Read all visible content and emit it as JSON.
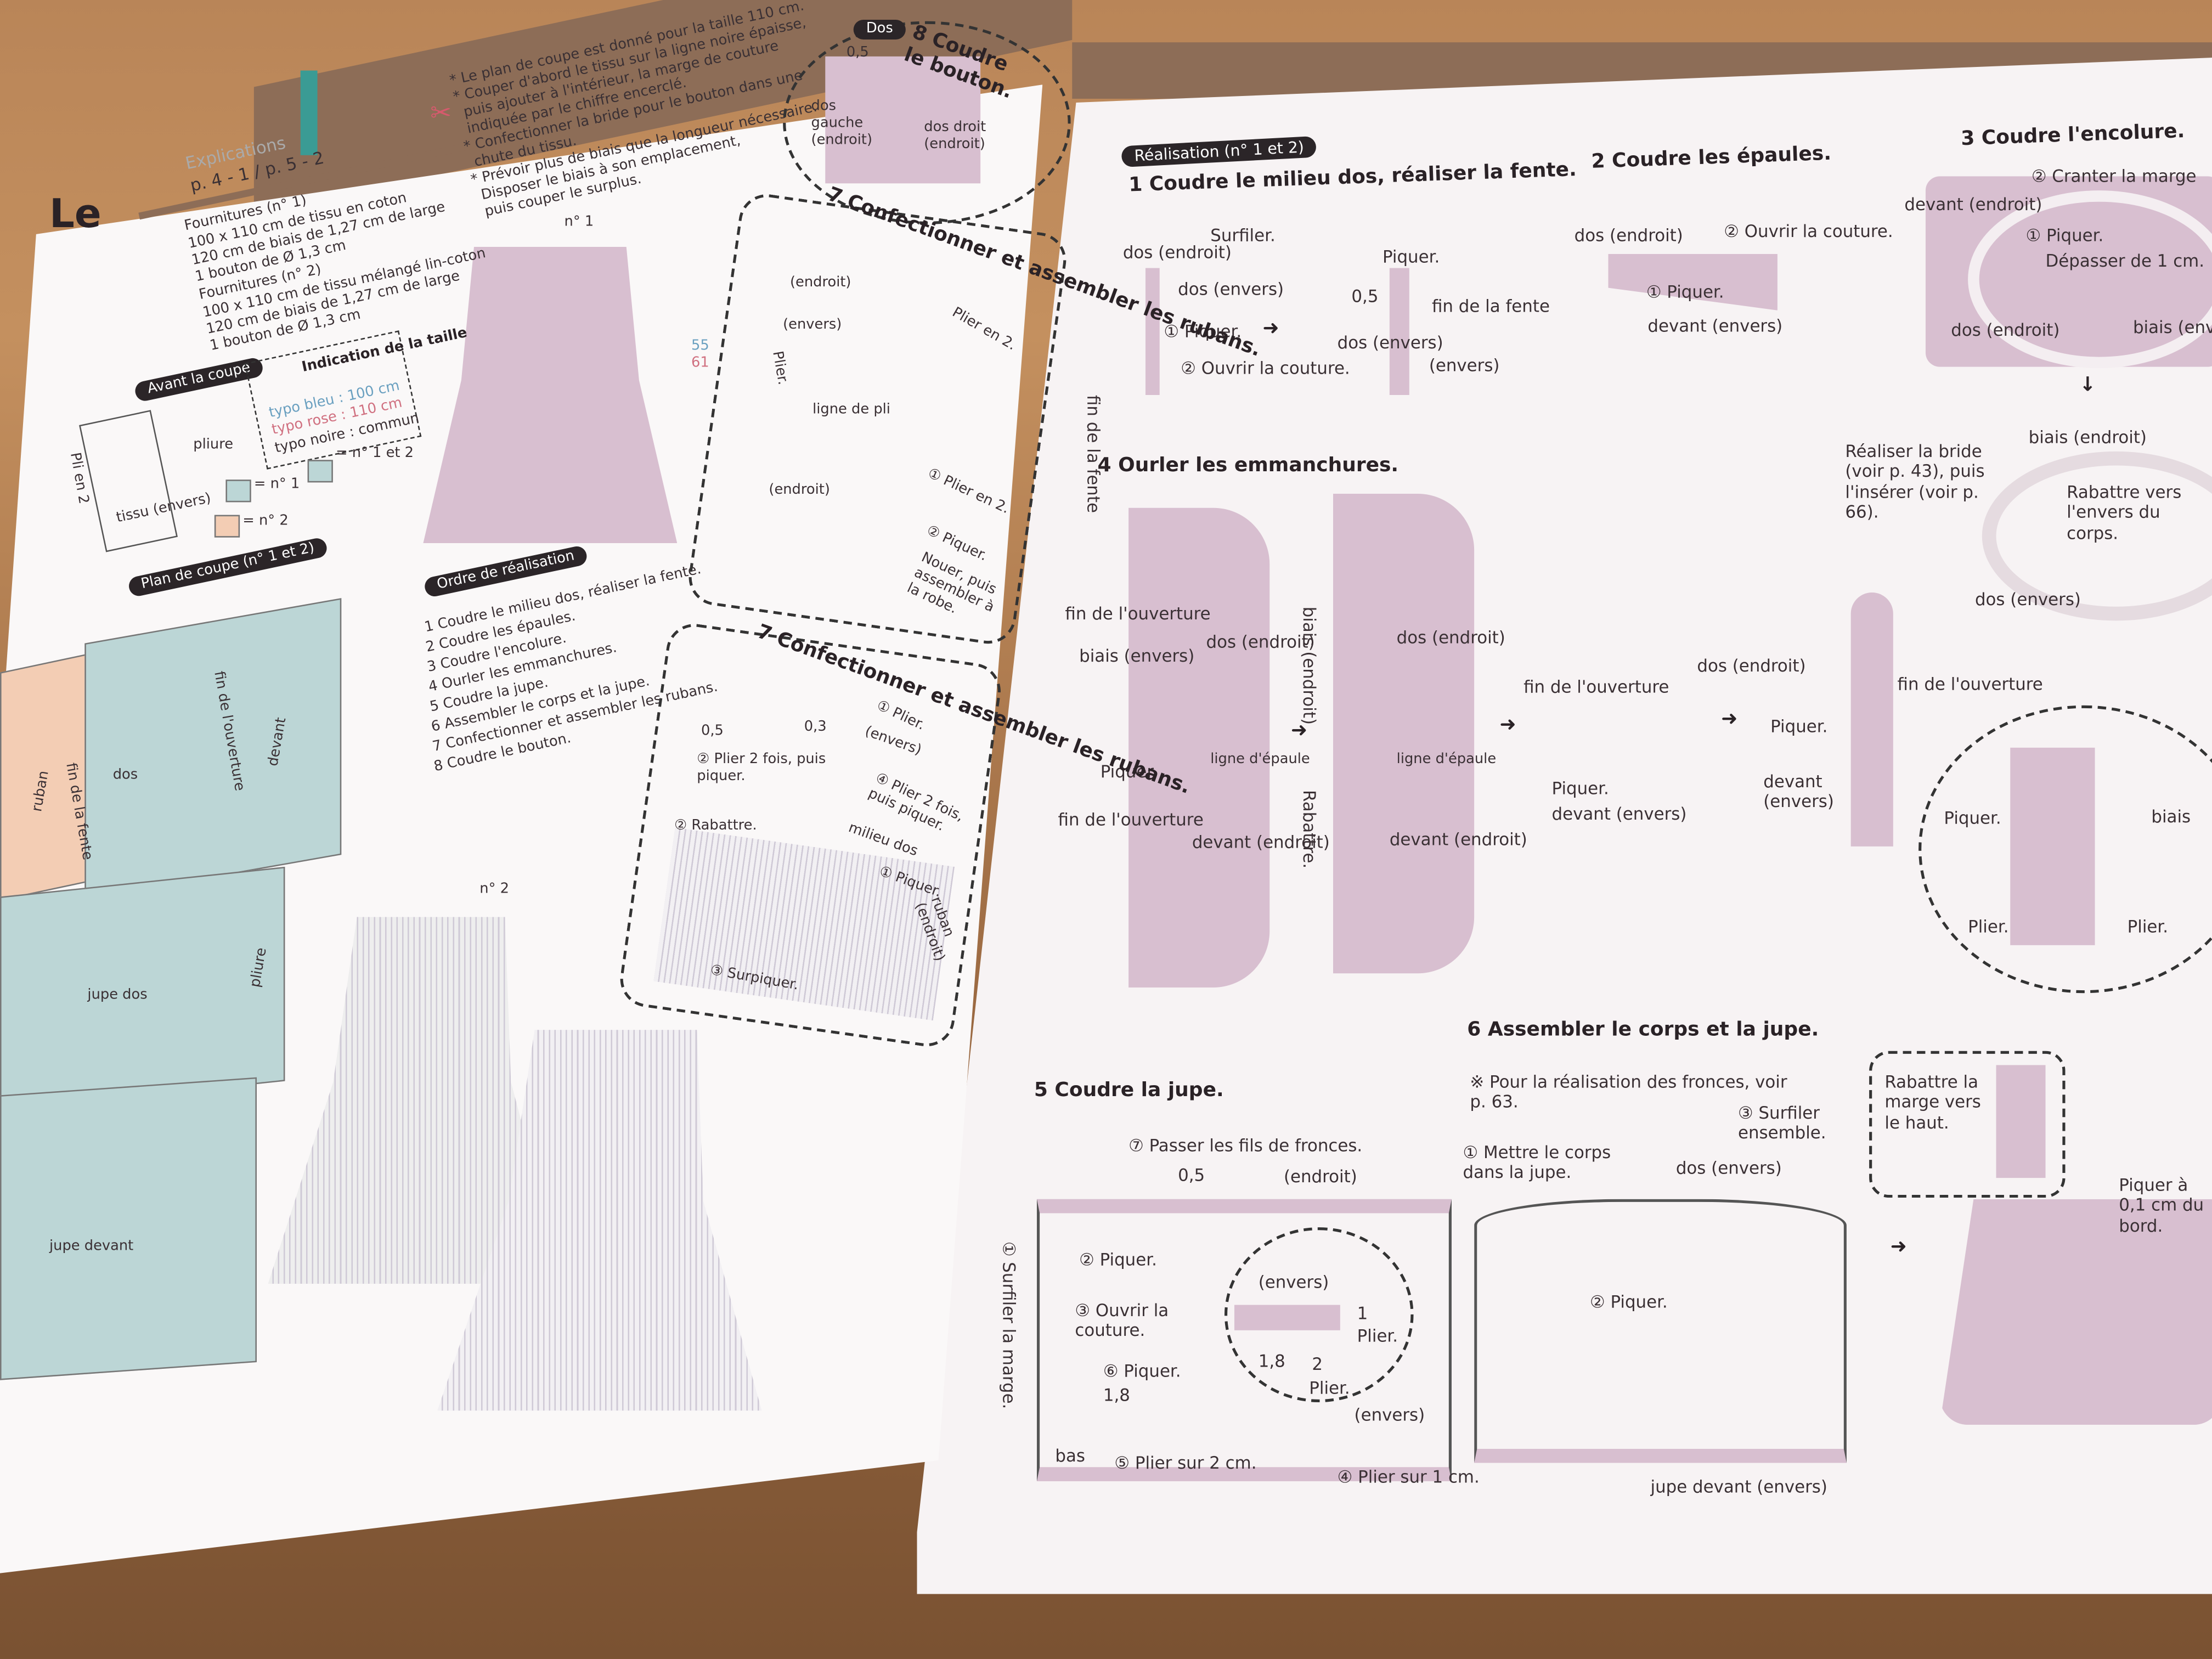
{
  "left_page": {
    "heading_fragment": "Le",
    "explications_label": "Explications",
    "page_ref": "p. 4 - 1 / p. 5 - 2",
    "supplies_1_title": "Fournitures (n° 1)",
    "supplies_1": [
      "100 x 110 cm de tissu en coton",
      "120 cm de biais de 1,27 cm de large",
      "1 bouton de Ø 1,3 cm"
    ],
    "supplies_2_title": "Fournitures (n° 2)",
    "supplies_2": [
      "100 x 110 cm de tissu mélangé lin-coton",
      "120 cm de biais de 1,27 cm de large",
      "1 bouton de Ø 1,3 cm"
    ],
    "notes": [
      "* Le plan de coupe est donné pour la taille 110 cm.",
      "* Couper d'abord le tissu sur la ligne noire épaisse,",
      "puis ajouter à l'intérieur, la marge de couture",
      "indiquée par le chiffre encerclé.",
      "* Confectionner la bride pour le bouton dans une",
      "chute du tissu.",
      "* Prévoir plus de biais que la longueur nécessaire.",
      "Disposer le biais à son emplacement,",
      "puis couper le surplus."
    ],
    "avant_coupe": "Avant la coupe",
    "pli_en_2": "Pli en 2",
    "pliure": "pliure",
    "tissu_envers": "tissu (envers)",
    "taille_title": "Indication de la taille",
    "taille_lines": [
      "typo bleu : 100 cm",
      "typo rose : 110 cm",
      "typo noire : commun"
    ],
    "legend": [
      "= n° 1",
      "= n° 2",
      "= n° 1 et 2"
    ],
    "plan_coupe": "Plan de coupe (n° 1 et 2)",
    "pieces": [
      "ruban",
      "fin de la fente",
      "dos",
      "fin de l'ouverture",
      "devant",
      "pliure",
      "jupe dos",
      "jupe devant"
    ],
    "ordre_title": "Ordre de réalisation",
    "ordre": [
      "1 Coudre le milieu dos, réaliser la fente.",
      "2 Coudre les épaules.",
      "3 Coudre l'encolure.",
      "4 Ourler les emmanchures.",
      "5 Coudre la jupe.",
      "6 Assembler le corps et la jupe.",
      "7 Confectionner et assembler les rubans.",
      "8 Coudre le bouton."
    ],
    "model_1": "n° 1",
    "model_2": "n° 2",
    "dims": [
      "55",
      "61"
    ]
  },
  "middle": {
    "step8_title": "8 Coudre le bouton.",
    "dos_label": "Dos",
    "step8_labels": [
      "0,5",
      "dos gauche (endroit)",
      "dos droit (endroit)"
    ],
    "step7a_title": "7 Confectionner et assembler les rubans.",
    "step7a_labels": [
      "(endroit)",
      "(envers)",
      "Plier en 2.",
      "ligne de pli",
      "Plier.",
      "(endroit)",
      "① Plier en 2.",
      "② Piquer.",
      "Nouer, puis assembler à la robe."
    ],
    "step7b_title": "7 Confectionner et assembler les rubans.",
    "step7b_labels": [
      "0,5",
      "0,3",
      "① Plier.",
      "(envers)",
      "② Plier 2 fois, puis piquer.",
      "④ Plier 2 fois, puis piquer.",
      "milieu dos",
      "② Rabattre.",
      "① Piquer.",
      "ruban (endroit)",
      "③ Surpiquer."
    ]
  },
  "right_page": {
    "section_pill": "Réalisation (n° 1 et 2)",
    "step1": {
      "title": "1 Coudre le milieu dos, réaliser la fente.",
      "labels": [
        "Surfiler.",
        "dos (endroit)",
        "dos (envers)",
        "① Piquer.",
        "② Ouvrir la couture.",
        "fin de la fente",
        "Piquer.",
        "0,5",
        "dos (envers)",
        "fin de la fente",
        "(envers)"
      ]
    },
    "step2": {
      "title": "2 Coudre les épaules.",
      "labels": [
        "dos (endroit)",
        "② Ouvrir la couture.",
        "① Piquer.",
        "devant (envers)"
      ]
    },
    "step3": {
      "title": "3 Coudre l'encolure.",
      "labels": [
        "② Cranter la marge",
        "devant (endroit)",
        "① Piquer.",
        "Dépasser de 1 cm.",
        "dos (endroit)",
        "biais (envers)",
        "Réaliser la bride (voir p. 43), puis l'insérer (voir p. 66).",
        "biais (endroit)",
        "Rabattre vers l'envers du corps.",
        "dos (envers)"
      ]
    },
    "step4": {
      "title": "4 Ourler les emmanchures.",
      "labels": [
        "fin de l'ouverture",
        "biais (envers)",
        "dos (endroit)",
        "Piquer.",
        "ligne d'épaule",
        "fin de l'ouverture",
        "devant (endroit)",
        "biais (endroit)",
        "Rabattre.",
        "dos (endroit)",
        "ligne d'épaule",
        "devant (endroit)",
        "fin de l'ouverture",
        "dos (endroit)",
        "Piquer.",
        "devant (envers)",
        "Piquer.",
        "devant (envers)",
        "fin de l'ouverture",
        "Piquer.",
        "biais",
        "Plier.",
        "Plier."
      ]
    },
    "step5": {
      "title": "5 Coudre la jupe.",
      "labels": [
        "⑦ Passer les fils de fronces.",
        "0,5",
        "(endroit)",
        "① Surfiler la marge.",
        "② Piquer.",
        "③ Ouvrir la couture.",
        "⑥ Piquer.",
        "1,8",
        "(envers)",
        "1,8",
        "2",
        "1",
        "Plier.",
        "Plier.",
        "(envers)",
        "bas",
        "⑤ Plier sur 2 cm.",
        "④ Plier sur 1 cm."
      ]
    },
    "step6": {
      "title": "6 Assembler le corps et la jupe.",
      "note": "※ Pour la réalisation des fronces, voir p. 63.",
      "labels": [
        "① Mettre le corps dans la jupe.",
        "③ Surfiler ensemble.",
        "dos (envers)",
        "② Piquer.",
        "jupe devant (envers)",
        "Rabattre la marge vers le haut.",
        "Piquer à 0,1 cm du bord."
      ]
    }
  },
  "colors": {
    "pink": "#d8bfd0",
    "blue": "#bcd6d6",
    "peach": "#f3cdb4",
    "teal": "#3a9b94",
    "dark_pill": "#2b2528"
  }
}
